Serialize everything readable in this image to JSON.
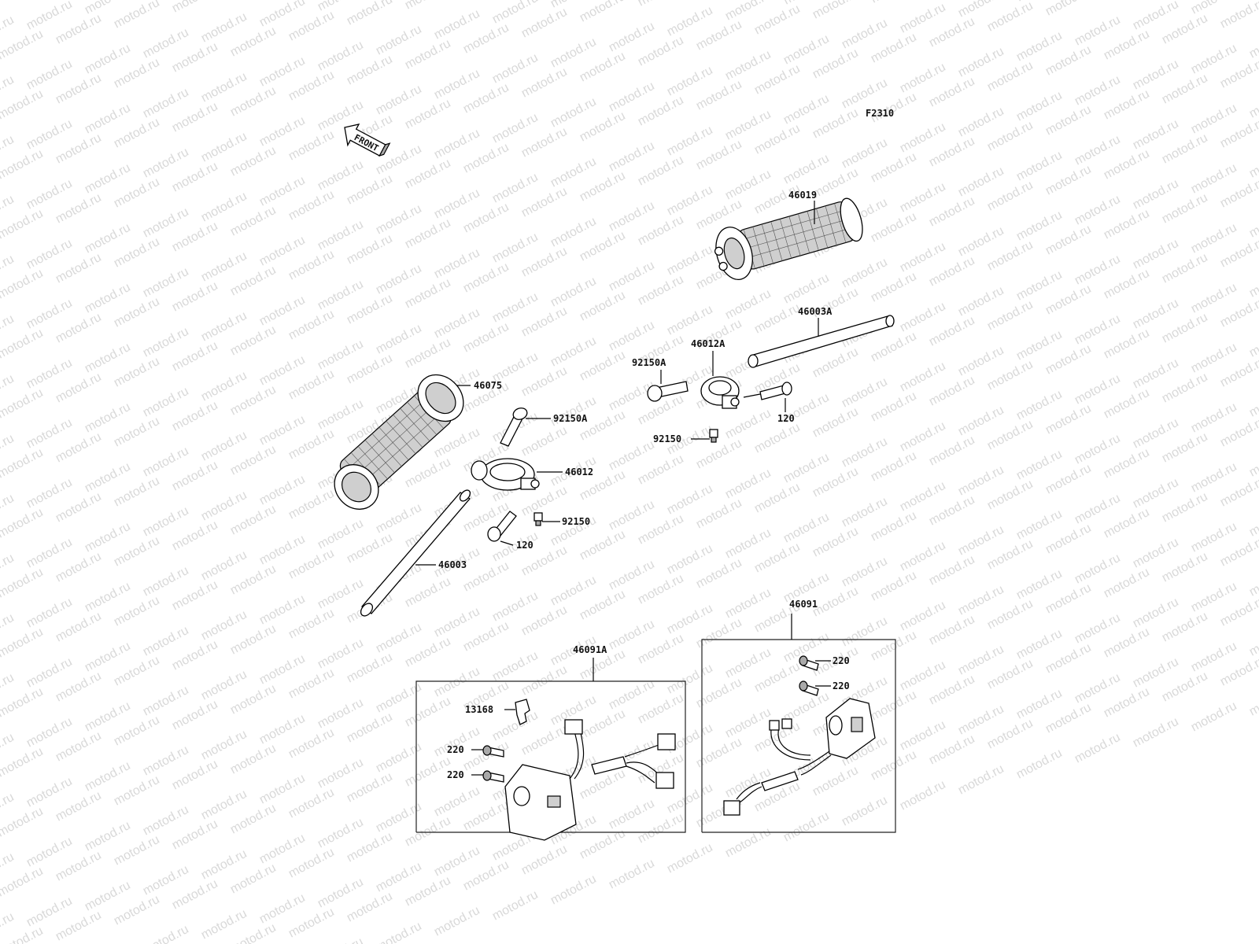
{
  "diagram": {
    "figure_code": "F2310",
    "watermark": "motod.ru",
    "front_marker": "FRONT",
    "colors": {
      "line": "#000000",
      "shade": "#cfcfcf",
      "watermark": "#d9d9d9",
      "background": "#ffffff"
    },
    "parts": [
      {
        "key": "grip_right",
        "number": "46019"
      },
      {
        "key": "handlebar_right",
        "number": "46003A"
      },
      {
        "key": "holder_right",
        "number": "46012A"
      },
      {
        "key": "bolt_right_top",
        "number": "92150A"
      },
      {
        "key": "bolt_right_clamp",
        "number": "120"
      },
      {
        "key": "bolt_right_bottom",
        "number": "92150"
      },
      {
        "key": "grip_left",
        "number": "46075"
      },
      {
        "key": "bolt_left_top",
        "number": "92150A"
      },
      {
        "key": "holder_left",
        "number": "46012"
      },
      {
        "key": "bolt_left_bottom",
        "number": "92150"
      },
      {
        "key": "bolt_left_clamp",
        "number": "120"
      },
      {
        "key": "handlebar_left",
        "number": "46003"
      },
      {
        "key": "switch_left",
        "number": "46091A"
      },
      {
        "key": "switch_left_clip",
        "number": "13168"
      },
      {
        "key": "switch_left_screw_1",
        "number": "220"
      },
      {
        "key": "switch_left_screw_2",
        "number": "220"
      },
      {
        "key": "switch_right",
        "number": "46091"
      },
      {
        "key": "switch_right_screw_1",
        "number": "220"
      },
      {
        "key": "switch_right_screw_2",
        "number": "220"
      }
    ]
  }
}
